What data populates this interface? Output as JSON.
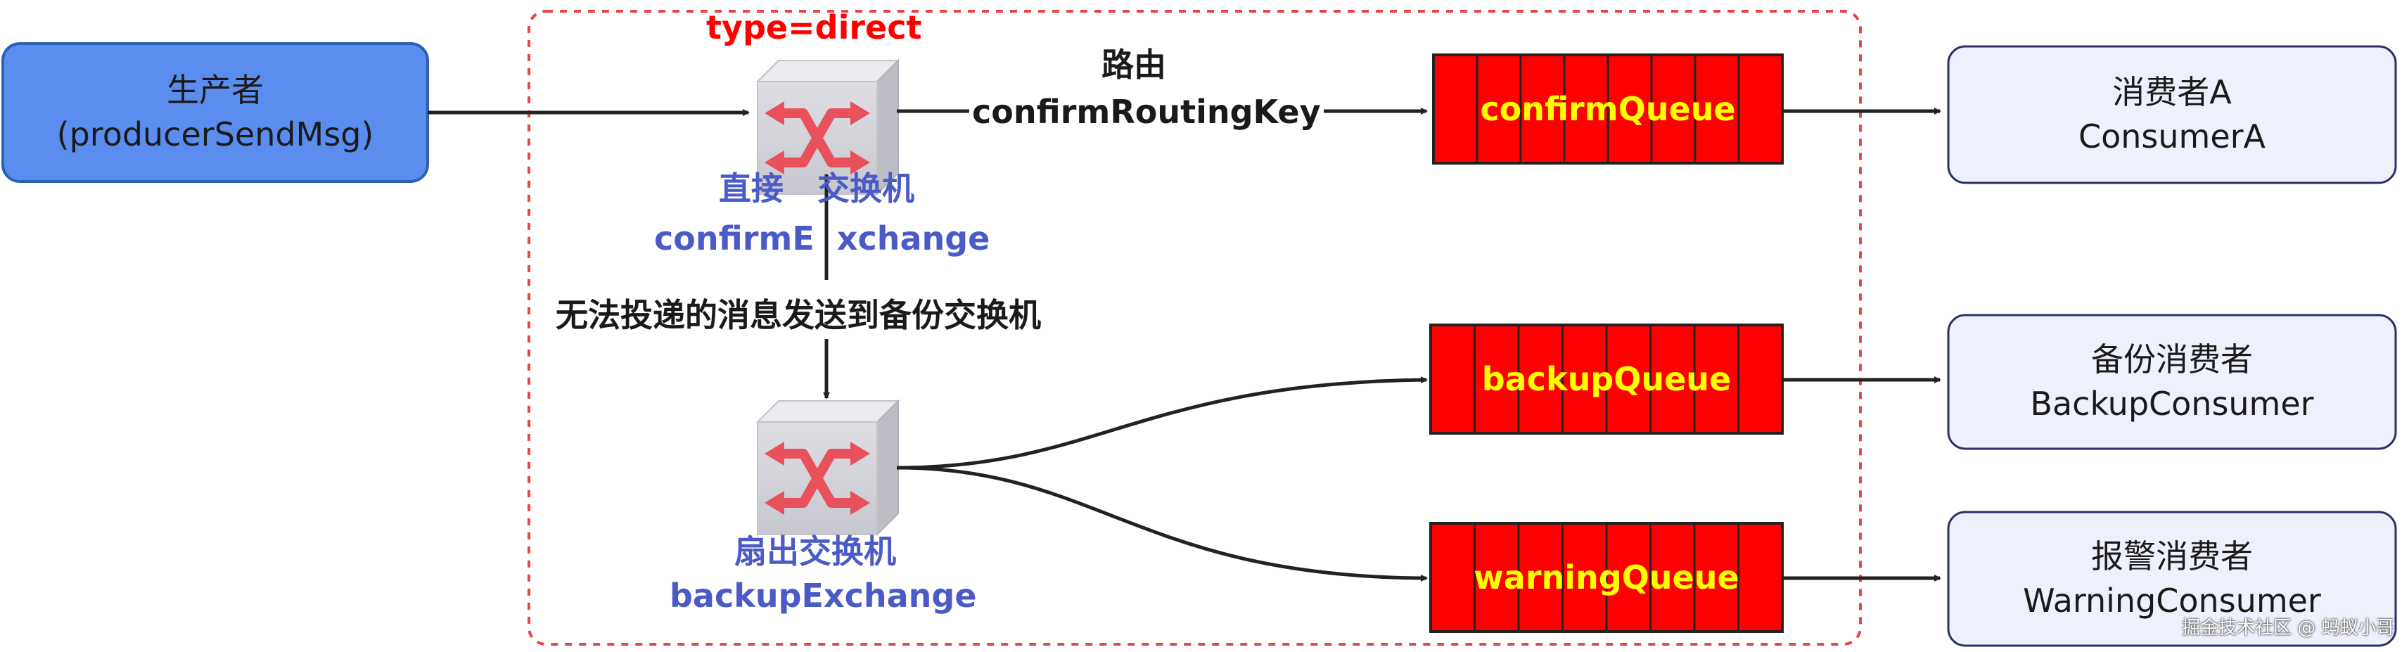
{
  "exchange_type_label": "type=direct",
  "producer": {
    "title": "生产者",
    "subtitle": "(producerSendMsg)"
  },
  "route_label": {
    "line1": "路由",
    "line2": "confirmRoutingKey"
  },
  "confirm_exchange": {
    "name": "直接   交换机",
    "id": "confirmE  xchange"
  },
  "fallback_label": "无法投递的消息发送到备份交换机",
  "backup_exchange": {
    "name": "扇出交换机",
    "id": "backupExchange"
  },
  "queues": {
    "confirm": "confirmQueue",
    "backup": "backupQueue",
    "warning": "warningQueue"
  },
  "consumers": {
    "a": {
      "line1": "消费者A",
      "line2": "ConsumerA"
    },
    "backup": {
      "line1": "备份消费者",
      "line2": "BackupConsumer"
    },
    "warning": {
      "line1": "报警消费者",
      "line2": "WarningConsumer"
    }
  },
  "watermark": "掘金技术社区 @ 蚂蚁小哥",
  "colors": {
    "producer_fill": "#5b8def",
    "producer_stroke": "#2e5fb8",
    "consumer_fill": "#eef0fb",
    "consumer_stroke": "#2b2f66",
    "queue_fill": "#ff0000",
    "queue_text": "#ffff00",
    "exchange_label": "#4a5bc8",
    "type_label": "#ff0000",
    "dashed_border": "#e84545",
    "arrow": "#222222"
  }
}
